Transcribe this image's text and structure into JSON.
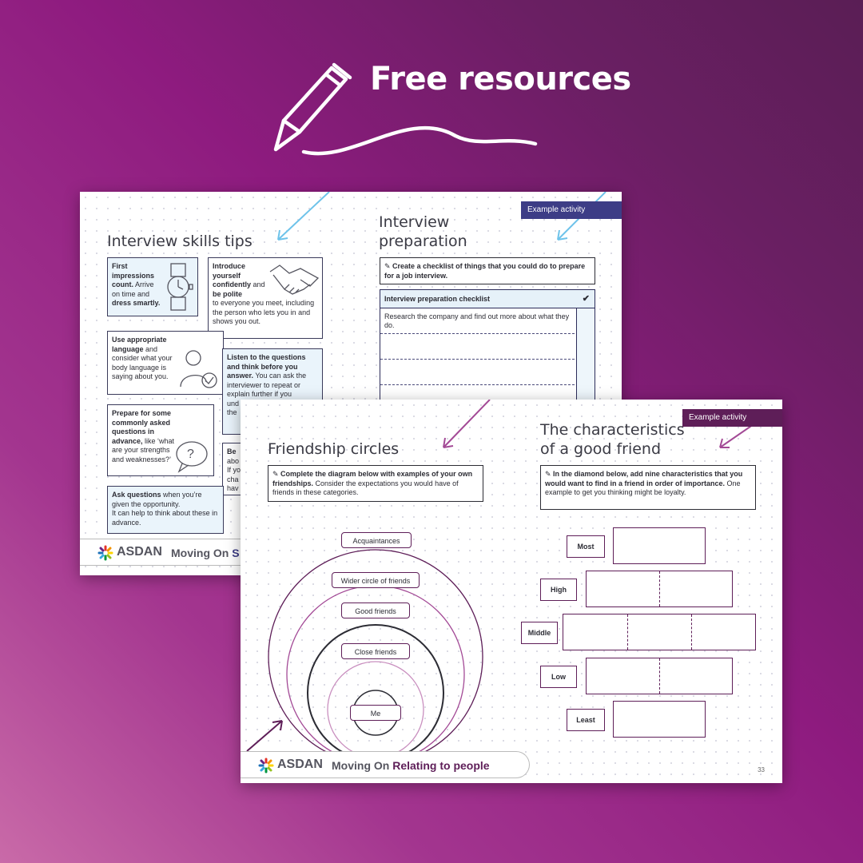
{
  "header": {
    "title": "Free resources",
    "icon": "pen-icon"
  },
  "page1": {
    "left_title": "Interview skills tips",
    "right_title_line1": "Interview",
    "right_title_line2": "preparation",
    "badge": "Example activity",
    "tips": {
      "first": {
        "b1": "First impressions count.",
        "t1": " Arrive on time and ",
        "b2": "dress smartly."
      },
      "introduce": {
        "b1": "Introduce yourself confidently",
        "t1": " and ",
        "b2": "be polite",
        "t2": " to everyone you meet, including the person who lets you in and shows you out."
      },
      "language": {
        "b1": "Use appropriate language",
        "t1": " and consider what your body language is saying about you."
      },
      "listen": {
        "b1": "Listen to the questions and think before you answer.",
        "t1": " You can ask the interviewer to repeat or explain further if you",
        "t2": "und",
        "t3": "the"
      },
      "prepare": {
        "b1": "Prepare for some commonly asked questions in advance,",
        "t1": " like ‘what are your strengths and weaknesses?’"
      },
      "be": {
        "b1": "Be",
        "t1": "abo",
        "t2": "If yo",
        "t3": "cha",
        "t4": "hav"
      },
      "ask": {
        "b1": "Ask questions",
        "t1": " when you’re given the opportunity.",
        "t2": "It can help to think about these in advance."
      }
    },
    "instruction": "Create a checklist of things that you could do to prepare for a job interview.",
    "checklist_header": "Interview preparation checklist",
    "checklist_first_row": "Research the company and find out more about what they do.",
    "footer_brand": "ASDAN",
    "footer_moving": "Moving On ",
    "footer_sub": "S"
  },
  "page2": {
    "left_title": "Friendship circles",
    "right_title_line1": "The characteristics",
    "right_title_line2": "of a good friend",
    "badge": "Example activity",
    "instruction_left_b": "Complete the diagram below with examples of your own friendships.",
    "instruction_left_t": " Consider the expectations you would have of friends in these categories.",
    "instruction_right_b": "In the diamond below, add nine characteristics that you would want to find in a friend in order of importance.",
    "instruction_right_t": " One example to get you thinking might be loyalty.",
    "circles": [
      "Acquaintances",
      "Wider circle of friends",
      "Good friends",
      "Close friends",
      "Me"
    ],
    "diamond": [
      "Most",
      "High",
      "Middle",
      "Low",
      "Least"
    ],
    "footer_brand": "ASDAN",
    "footer_moving": "Moving On ",
    "footer_sub": "Relating to people",
    "page_number": "33"
  },
  "colors": {
    "accent_purple": "#5e1e58",
    "navy": "#3d3d86",
    "light_blue": "#6ec3ea"
  }
}
